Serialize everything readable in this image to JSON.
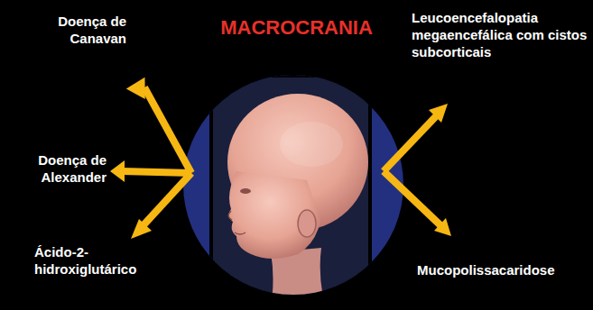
{
  "diagram": {
    "title": "MACROCRANIA",
    "labels": [
      "Doença de Canavan",
      "Doença de Alexander",
      "Ácido-2-hidroxiglutárico",
      "Leucoencefalopatia megaencefálica com cistos subcorticais",
      "Mucopolissacaridose"
    ]
  }
}
